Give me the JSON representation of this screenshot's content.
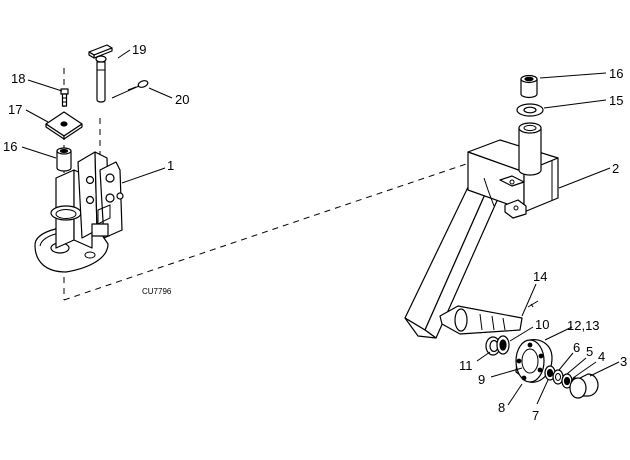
{
  "figure_code": "CU7796",
  "callouts": {
    "c1": "1",
    "c2": "2",
    "c3": "3",
    "c4": "4",
    "c5": "5",
    "c6": "6",
    "c7": "7",
    "c8": "8",
    "c9": "9",
    "c10": "10",
    "c11": "11",
    "c12_13": "12,13",
    "c14": "14",
    "c15": "15",
    "c16_right": "16",
    "c16_left": "16",
    "c17": "17",
    "c18": "18",
    "c19": "19",
    "c20": "20"
  },
  "colors": {
    "line": "#000000",
    "background": "#ffffff"
  }
}
